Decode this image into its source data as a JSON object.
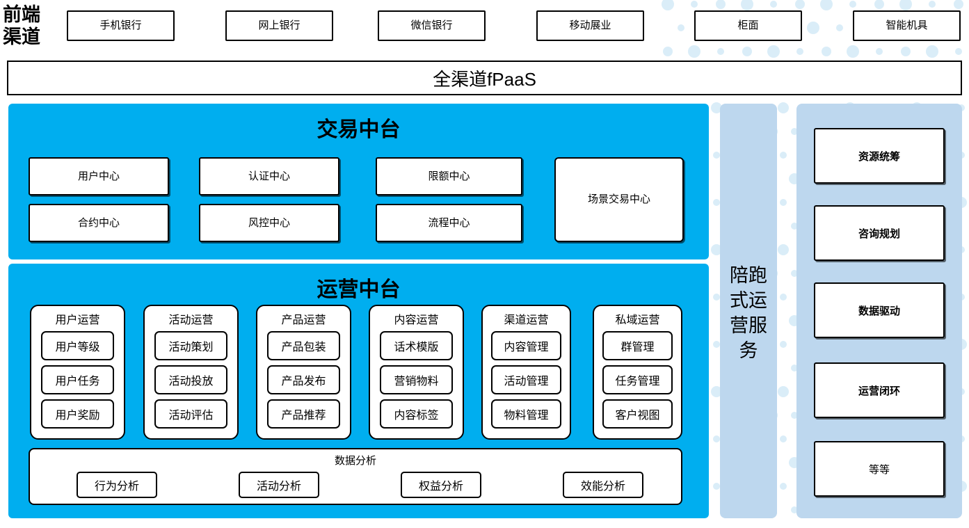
{
  "colors": {
    "cyan_panel": "#00AEEF",
    "light_blue_panel": "#BDD7EE",
    "dot_pattern": "#DAEDF8",
    "box_border": "#000000",
    "box_fill": "#FFFFFF"
  },
  "frontend": {
    "label_line1": "前端",
    "label_line2": "渠道",
    "channels": [
      {
        "label": "手机银行"
      },
      {
        "label": "网上银行"
      },
      {
        "label": "微信银行"
      },
      {
        "label": "移动展业"
      },
      {
        "label": "柜面"
      },
      {
        "label": "智能机具"
      }
    ]
  },
  "fpaas": {
    "label": "全渠道fPaaS"
  },
  "transaction_platform": {
    "title": "交易中台",
    "cards": [
      {
        "label": "用户中心"
      },
      {
        "label": "认证中心"
      },
      {
        "label": "限额中心"
      },
      {
        "label": "合约中心"
      },
      {
        "label": "风控中心"
      },
      {
        "label": "流程中心"
      },
      {
        "label": "场景交易中心"
      }
    ]
  },
  "operation_platform": {
    "title": "运营中台",
    "columns": [
      {
        "title": "用户运营",
        "items": [
          {
            "label": "用户等级"
          },
          {
            "label": "用户任务"
          },
          {
            "label": "用户奖励"
          }
        ]
      },
      {
        "title": "活动运营",
        "items": [
          {
            "label": "活动策划"
          },
          {
            "label": "活动投放"
          },
          {
            "label": "活动评估"
          }
        ]
      },
      {
        "title": "产品运营",
        "items": [
          {
            "label": "产品包装"
          },
          {
            "label": "产品发布"
          },
          {
            "label": "产品推荐"
          }
        ]
      },
      {
        "title": "内容运营",
        "items": [
          {
            "label": "话术模版"
          },
          {
            "label": "营销物料"
          },
          {
            "label": "内容标签"
          }
        ]
      },
      {
        "title": "渠道运营",
        "items": [
          {
            "label": "内容管理"
          },
          {
            "label": "活动管理"
          },
          {
            "label": "物料管理"
          }
        ]
      },
      {
        "title": "私域运营",
        "items": [
          {
            "label": "群管理"
          },
          {
            "label": "任务管理"
          },
          {
            "label": "客户视图"
          }
        ]
      }
    ],
    "data_analysis": {
      "title": "数据分析",
      "items": [
        {
          "label": "行为分析"
        },
        {
          "label": "活动分析"
        },
        {
          "label": "权益分析"
        },
        {
          "label": "效能分析"
        }
      ]
    }
  },
  "service_column": {
    "label": "陪跑式运营服务"
  },
  "service_panel": {
    "cards": [
      {
        "label": "资源统筹",
        "bold": true
      },
      {
        "label": "咨询规划",
        "bold": true
      },
      {
        "label": "数据驱动",
        "bold": true
      },
      {
        "label": "运营闭环",
        "bold": true
      },
      {
        "label": "等等",
        "bold": false
      }
    ]
  }
}
